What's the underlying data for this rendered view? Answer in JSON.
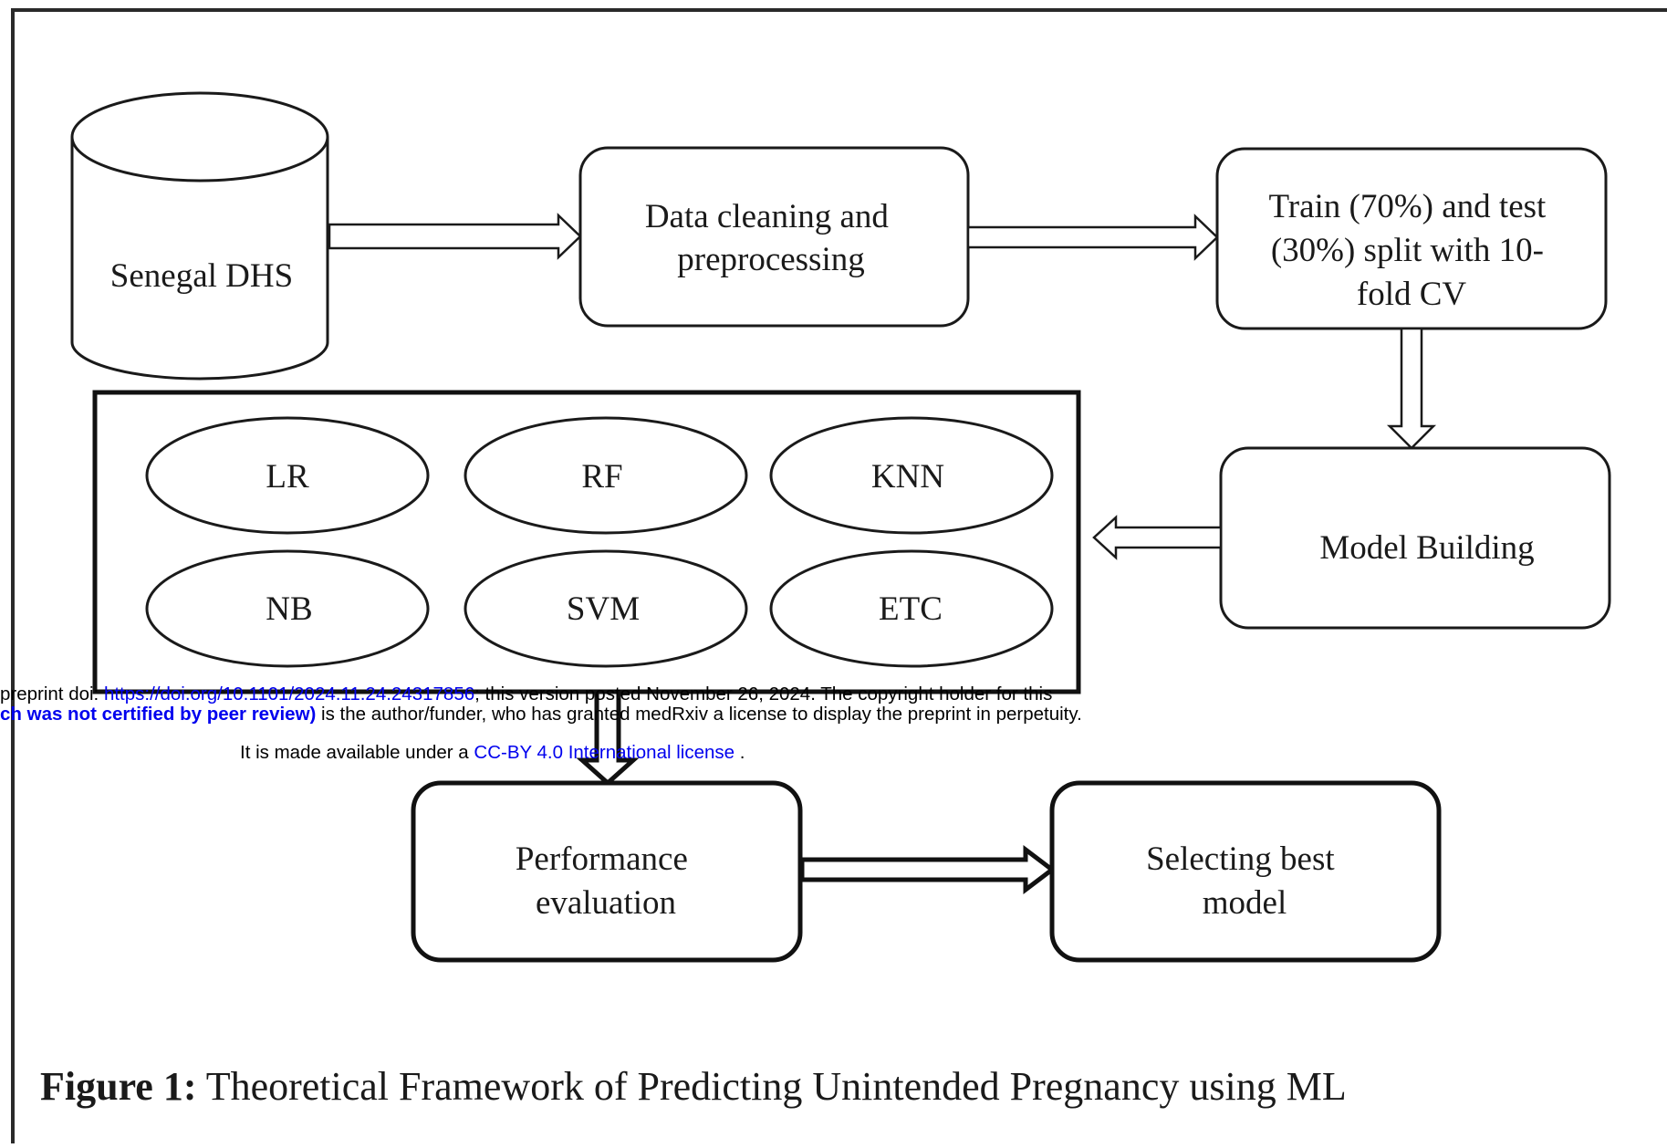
{
  "diagram": {
    "nodes": {
      "source": [
        "Senegal DHS"
      ],
      "cleaning": [
        "Data cleaning and",
        "preprocessing"
      ],
      "split": [
        "Train (70%) and test",
        "(30%) split with 10-",
        "fold CV"
      ],
      "building": [
        "Model Building"
      ],
      "evaluation": [
        "Performance",
        "evaluation"
      ],
      "selection": [
        "Selecting best",
        "model"
      ]
    },
    "models": [
      "LR",
      "RF",
      "KNN",
      "NB",
      "SVM",
      "ETC"
    ]
  },
  "caption": {
    "label": "Figure 1:",
    "text": " Theoretical Framework of Predicting Unintended Pregnancy using ML"
  },
  "stamp": {
    "line1_prefix": "preprint doi: ",
    "line1_link": "https://doi.org/10.1101/2024.11.24.24317856",
    "line1_suffix": "; this version posted November 26, 2024. The copyright holder for this",
    "line2_bold": "ch was not certified by peer review)",
    "line2_suffix": " is the author/funder, who has granted medRxiv a license to display the preprint in perpetuity.",
    "line3_prefix": "It is made available under a ",
    "line3_link": "CC-BY 4.0 International license",
    "line3_suffix": " ."
  }
}
